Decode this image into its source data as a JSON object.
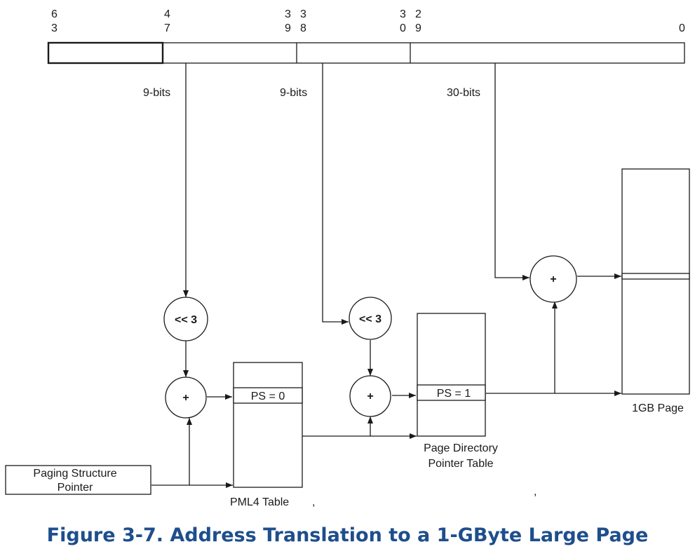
{
  "bit_labels": {
    "b63_tens": "6",
    "b63_ones": "3",
    "b47_tens": "4",
    "b47_ones": "7",
    "b39_tens": "3",
    "b39_ones": "9",
    "b38_tens": "3",
    "b38_ones": "8",
    "b30_tens": "3",
    "b30_ones": "0",
    "b29_tens": "2",
    "b29_ones": "9",
    "b0": "0"
  },
  "fields": {
    "pml4_bits": "9-bits",
    "pdpt_bits": "9-bits",
    "offset_bits": "30-bits"
  },
  "operators": {
    "shift1": "<< 3",
    "shift2": "<< 3",
    "add1": "+",
    "add2": "+",
    "add3": "+"
  },
  "tables": {
    "pml4_entry": "PS = 0",
    "pml4_label": "PML4 Table",
    "pml4_comma": ",",
    "pdpt_entry": "PS = 1",
    "pdpt_label_line1": "Page Directory",
    "pdpt_label_line2": "Pointer Table",
    "stray_comma": ",",
    "page_label": "1GB Page"
  },
  "pointer": {
    "line1": "Paging Structure",
    "line2": "Pointer"
  },
  "caption": "Figure 3-7.  Address Translation to a 1-GByte Large Page"
}
